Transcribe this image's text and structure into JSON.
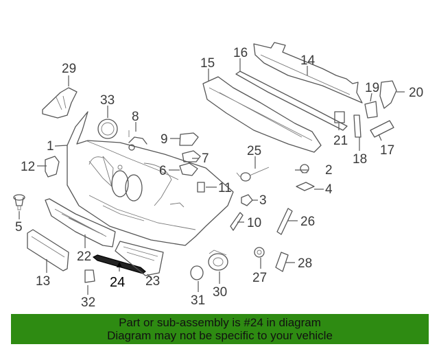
{
  "diagram": {
    "callouts": [
      "1",
      "2",
      "3",
      "4",
      "5",
      "6",
      "7",
      "8",
      "9",
      "10",
      "11",
      "12",
      "13",
      "14",
      "15",
      "16",
      "17",
      "18",
      "19",
      "20",
      "21",
      "22",
      "23",
      "24",
      "25",
      "26",
      "27",
      "28",
      "29",
      "30",
      "31",
      "32",
      "33"
    ],
    "highlighted_part": "24"
  },
  "banner": {
    "line1": "Part or sub-assembly is #24 in diagram",
    "line2": "Diagram may not be specific to your vehicle",
    "background": "#2e8b12"
  }
}
